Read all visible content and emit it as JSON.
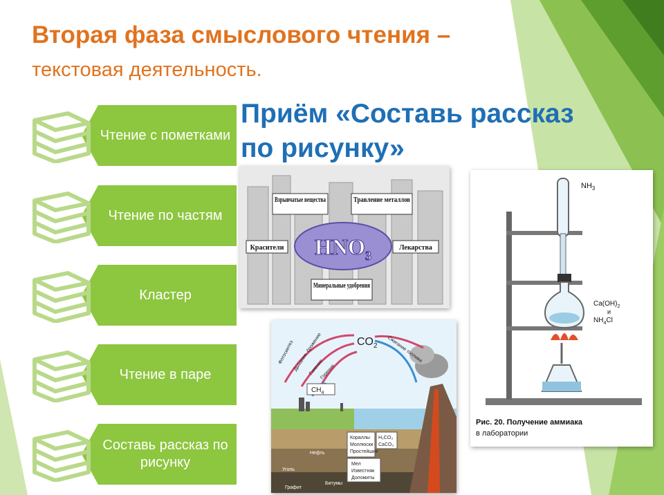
{
  "slide": {
    "title": "Вторая фаза смыслового чтения –",
    "subtitle": "текстовая деятельность.",
    "heading": "Приём «Составь рассказ по рисунку»"
  },
  "list": [
    {
      "label": "Чтение с пометками"
    },
    {
      "label": "Чтение по частям"
    },
    {
      "label": "Кластер"
    },
    {
      "label": "Чтение в паре"
    },
    {
      "label": "Составь рассказ по рисунку"
    }
  ],
  "figures": {
    "hno3": {
      "center": "HNO",
      "center_sub": "3",
      "labels": [
        "Взрывчатые вещества",
        "Травление металлов",
        "Красители",
        "Лекарства",
        "Минеральные удобрения"
      ]
    },
    "ammonia": {
      "gas_label": "NH",
      "gas_sub": "3",
      "reagent_1": "Ca(OH)",
      "reagent_1_sub": "2",
      "reagent_join": "и",
      "reagent_2": "NH",
      "reagent_2_sub": "4",
      "reagent_2_tail": "Cl",
      "caption_line_1": "Рис. 20. Получение аммиака",
      "caption_line_2": "в лаборатории"
    },
    "carbon_cycle": {
      "co2": "CO",
      "co2_sub": "2",
      "ch4": "CH",
      "ch4_sub": "4",
      "arrow_labels": [
        "Фотосинтез",
        "Дыхание, брожение",
        "Гниение",
        "Горение",
        "Сжигание топлива"
      ],
      "layer_labels": [
        "Кораллы",
        "Моллюски",
        "Простейшие",
        "Мел",
        "Известняк",
        "Доломиты",
        "Уголь",
        "Нефть",
        "Графит",
        "Битумы"
      ],
      "formula_1": "H₂CO₃",
      "formula_2": "CaCO₃"
    }
  },
  "colors": {
    "title": "#e0731f",
    "heading": "#1f6fb5",
    "list_box": "#8dc63f",
    "icon": "#b9d98a",
    "deco_green": "#6fae3a"
  }
}
